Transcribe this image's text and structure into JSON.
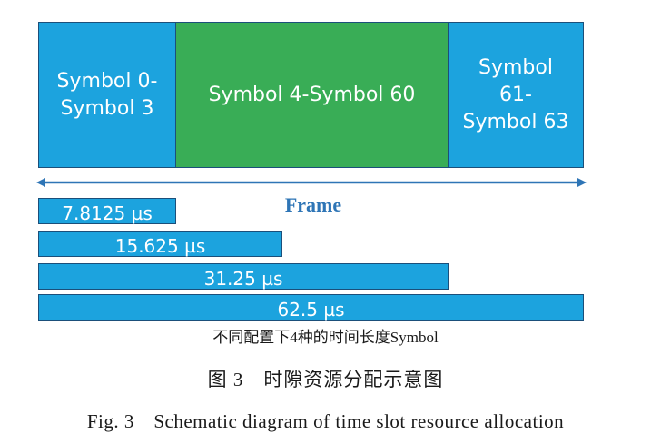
{
  "blocks": [
    {
      "label": "Symbol 0-\nSymbol 3",
      "color": "#1ca3de"
    },
    {
      "label": "Symbol 4-Symbol 60",
      "color": "#39ad56"
    },
    {
      "label": "Symbol\n61-\nSymbol 63",
      "color": "#1ca3de"
    }
  ],
  "frame_label": "Frame",
  "durations": [
    "7.8125 µs",
    "15.625 µs",
    "31.25 µs",
    "62.5 µs"
  ],
  "subcaption": "不同配置下4种的时间长度Symbol",
  "figure": {
    "cn": "图 3　时隙资源分配示意图",
    "en": "Fig. 3　Schematic diagram of time slot resource allocation"
  },
  "colors": {
    "blue": "#1ca3de",
    "green": "#39ad56",
    "frame_text": "#2e75b6",
    "arrow": "#2e75b6"
  }
}
